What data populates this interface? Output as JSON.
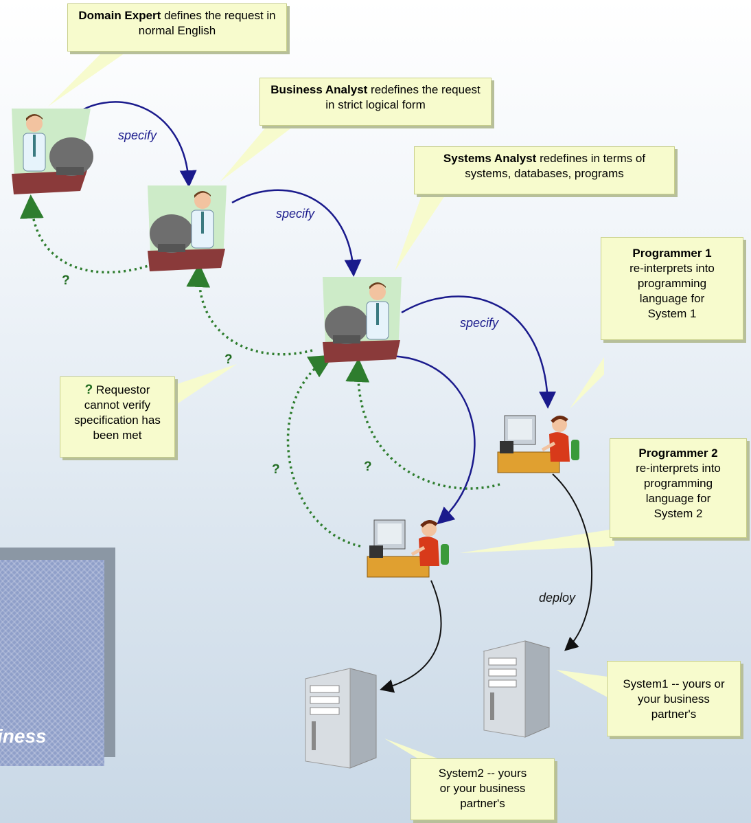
{
  "notes": {
    "domain_expert": {
      "bold": "Domain Expert",
      "rest": " defines the request in normal English"
    },
    "business_analyst": {
      "bold": "Business Analyst",
      "rest": " redefines the request in strict logical form"
    },
    "systems_analyst": {
      "bold": "Systems Analyst",
      "rest": " redefines in terms of systems, databases, programs"
    },
    "programmer1": {
      "bold": "Programmer 1",
      "rest": "re-interprets into programming language for System 1"
    },
    "programmer2": {
      "bold": "Programmer 2",
      "rest": "re-interprets into programming language for System 2"
    },
    "requestor": {
      "mark": "?",
      "rest": " Requestor cannot verify specification has been met"
    },
    "system1": "System1 -- yours or your business partner's",
    "system2": "System2 -- yours or your business partner's"
  },
  "labels": {
    "specify1": "specify",
    "specify2": "specify",
    "specify3": "specify",
    "deploy": "deploy"
  },
  "question_marks": [
    "?",
    "?",
    "?",
    "?"
  ],
  "panel_text": "iness",
  "colors": {
    "note_fill": "#f7fbcd",
    "arrow_blue": "#1a1a8c",
    "arrow_green_dotted": "#2e7d2e",
    "arrow_black": "#111111"
  }
}
